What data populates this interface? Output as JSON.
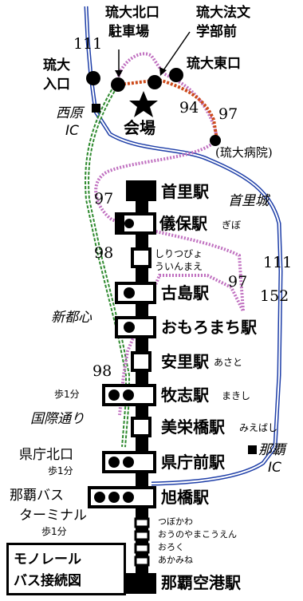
{
  "colors": {
    "monorail": "#000000",
    "bus_111_152": "#1f3fa8",
    "bus_97": "#c070c0",
    "bus_98": "#2f8a2f",
    "bus_94": "#cc4a1a",
    "background": "#ffffff"
  },
  "stations": [
    {
      "name": "首里駅",
      "reading": ""
    },
    {
      "name": "儀保駅",
      "reading": "ぎぼ"
    },
    {
      "name": "",
      "reading_line1": "しりつびょ",
      "reading_line2": "ういんまえ"
    },
    {
      "name": "古島駅",
      "reading": ""
    },
    {
      "name": "おもろまち駅",
      "reading": ""
    },
    {
      "name": "安里駅",
      "reading": "あさと"
    },
    {
      "name": "牧志駅",
      "reading": "まきし"
    },
    {
      "name": "美栄橋駅",
      "reading": "みえばし"
    },
    {
      "name": "県庁前駅",
      "reading": ""
    },
    {
      "name": "旭橋駅",
      "reading": ""
    },
    {
      "name": "",
      "reading": "つぼかわ"
    },
    {
      "name": "",
      "reading": "おうのやまこうえん"
    },
    {
      "name": "",
      "reading": "おろく"
    },
    {
      "name": "",
      "reading": "あかみね"
    },
    {
      "name": "那覇空港駅",
      "reading": ""
    }
  ],
  "labels": {
    "ryudai_hokuguchi": "琉大北口",
    "parking": "駐車場",
    "ryudai_hobun": "琉大法文",
    "gakubumae": "学部前",
    "ryudai": "琉大",
    "iriguchi": "入口",
    "ryudai_higashiguchi": "琉大東口",
    "venue": "会場",
    "nishihara": "西原",
    "ic": "IC",
    "hospital": "(琉大病院)",
    "shuri_castle": "首里城",
    "shintoshin": "新都心",
    "kokusai": "国際通り",
    "walk1": "歩1分",
    "kencho_kitaguchi": "県庁北口",
    "naha_bus": "那覇バス",
    "terminal": "ターミナル",
    "naha": "那覇",
    "naha_ic": "IC"
  },
  "routes": {
    "r111": "111",
    "r94": "94",
    "r97": "97",
    "r98": "98",
    "r152": "152"
  },
  "legend": {
    "line1": "モノレール",
    "line2": "バス接続図"
  }
}
